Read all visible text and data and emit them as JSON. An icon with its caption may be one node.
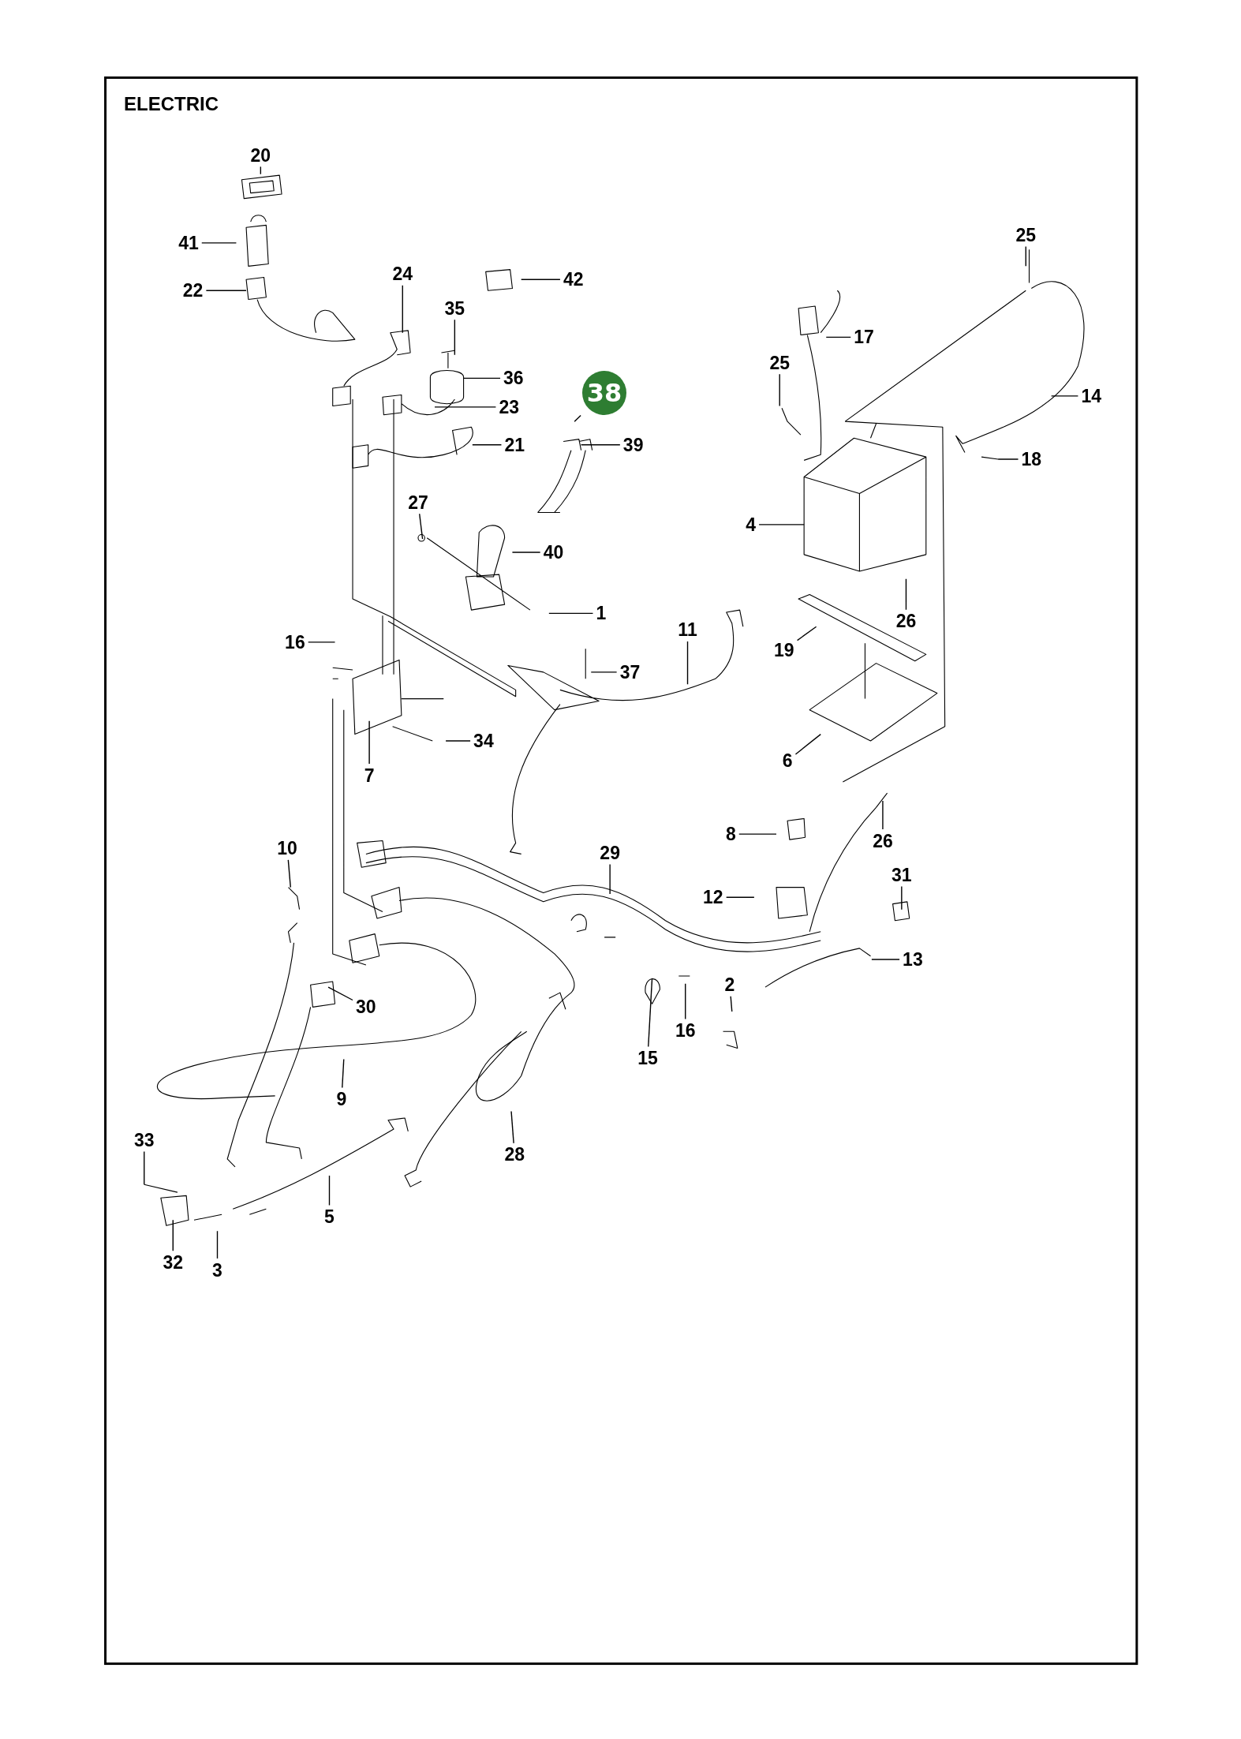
{
  "diagram": {
    "title": "ELECTRIC",
    "nodes": [
      {
        "text": [
          "20"
        ]
      },
      {
        "text": [
          "41"
        ]
      },
      {
        "text": [
          "22"
        ]
      },
      {
        "text": [
          "24"
        ]
      },
      {
        "text": [
          "42"
        ]
      },
      {
        "text": [
          "35"
        ]
      },
      {
        "text": [
          "36"
        ]
      },
      {
        "text": [
          "23"
        ]
      },
      {
        "text": [
          "38"
        ]
      },
      {
        "text": [
          "39"
        ]
      },
      {
        "text": [
          "21"
        ]
      },
      {
        "text": [
          "25"
        ]
      },
      {
        "text": [
          "17"
        ]
      },
      {
        "text": [
          "25"
        ]
      },
      {
        "text": [
          "14"
        ]
      },
      {
        "text": [
          "18"
        ]
      },
      {
        "text": [
          "4"
        ]
      },
      {
        "text": [
          "27"
        ]
      },
      {
        "text": [
          "40"
        ]
      },
      {
        "text": [
          "1"
        ]
      },
      {
        "text": [
          "26"
        ]
      },
      {
        "text": [
          "16"
        ]
      },
      {
        "text": [
          "11"
        ]
      },
      {
        "text": [
          "37"
        ]
      },
      {
        "text": [
          "19"
        ]
      },
      {
        "text": [
          "34"
        ]
      },
      {
        "text": [
          "6"
        ]
      },
      {
        "text": [
          "7"
        ]
      },
      {
        "text": [
          "8"
        ]
      },
      {
        "text": [
          "26"
        ]
      },
      {
        "text": [
          "10"
        ]
      },
      {
        "text": [
          "29"
        ]
      },
      {
        "text": [
          "31"
        ]
      },
      {
        "text": [
          "12"
        ]
      },
      {
        "text": [
          "13"
        ]
      },
      {
        "text": [
          "2"
        ]
      },
      {
        "text": [
          "30"
        ]
      },
      {
        "text": [
          "16"
        ]
      },
      {
        "text": [
          "15"
        ]
      },
      {
        "text": [
          "9"
        ]
      },
      {
        "text": [
          "28"
        ]
      },
      {
        "text": [
          "33"
        ]
      },
      {
        "text": [
          "5"
        ]
      },
      {
        "text": [
          "32"
        ]
      },
      {
        "text": [
          "3"
        ]
      }
    ],
    "edges": [
      {
        "from": 0,
        "to": null,
        "arrow": "none"
      },
      {
        "from": 1,
        "to": null,
        "arrow": "none"
      },
      {
        "from": 2,
        "to": null,
        "arrow": "none"
      },
      {
        "from": 3,
        "to": null,
        "arrow": "none"
      },
      {
        "from": 4,
        "to": null,
        "arrow": "none"
      },
      {
        "from": 5,
        "to": null,
        "arrow": "none"
      },
      {
        "from": 6,
        "to": null,
        "arrow": "none"
      },
      {
        "from": 7,
        "to": null,
        "arrow": "none"
      },
      {
        "from": 8,
        "to": null,
        "arrow": "none"
      },
      {
        "from": 9,
        "to": null,
        "arrow": "none"
      },
      {
        "from": 10,
        "to": null,
        "arrow": "none"
      },
      {
        "from": 11,
        "to": null,
        "arrow": "none"
      },
      {
        "from": 12,
        "to": null,
        "arrow": "none"
      },
      {
        "from": 13,
        "to": null,
        "arrow": "none"
      },
      {
        "from": 14,
        "to": null,
        "arrow": "none"
      },
      {
        "from": 15,
        "to": null,
        "arrow": "none"
      },
      {
        "from": 16,
        "to": null,
        "arrow": "none"
      },
      {
        "from": 17,
        "to": null,
        "arrow": "none"
      },
      {
        "from": 18,
        "to": null,
        "arrow": "none"
      },
      {
        "from": 19,
        "to": null,
        "arrow": "none"
      },
      {
        "from": 20,
        "to": null,
        "arrow": "none"
      },
      {
        "from": 21,
        "to": null,
        "arrow": "none"
      },
      {
        "from": 22,
        "to": null,
        "arrow": "none"
      },
      {
        "from": 23,
        "to": null,
        "arrow": "none"
      },
      {
        "from": 24,
        "to": null,
        "arrow": "none"
      },
      {
        "from": 25,
        "to": null,
        "arrow": "none"
      },
      {
        "from": 26,
        "to": null,
        "arrow": "none"
      },
      {
        "from": 27,
        "to": null,
        "arrow": "none"
      },
      {
        "from": 28,
        "to": null,
        "arrow": "none"
      },
      {
        "from": 29,
        "to": null,
        "arrow": "none"
      },
      {
        "from": 30,
        "to": null,
        "arrow": "none"
      },
      {
        "from": 31,
        "to": null,
        "arrow": "none"
      },
      {
        "from": 32,
        "to": null,
        "arrow": "none"
      },
      {
        "from": 33,
        "to": null,
        "arrow": "none"
      },
      {
        "from": 34,
        "to": null,
        "arrow": "none"
      },
      {
        "from": 35,
        "to": null,
        "arrow": "none"
      },
      {
        "from": 36,
        "to": null,
        "arrow": "none"
      },
      {
        "from": 37,
        "to": null,
        "arrow": "none"
      },
      {
        "from": 38,
        "to": null,
        "arrow": "none"
      },
      {
        "from": 39,
        "to": null,
        "arrow": "none"
      },
      {
        "from": 40,
        "to": null,
        "arrow": "none"
      },
      {
        "from": 41,
        "to": null,
        "arrow": "none"
      },
      {
        "from": 42,
        "to": null,
        "arrow": "none"
      },
      {
        "from": 43,
        "to": null,
        "arrow": "none"
      },
      {
        "from": 44,
        "to": null,
        "arrow": "none"
      }
    ]
  }
}
